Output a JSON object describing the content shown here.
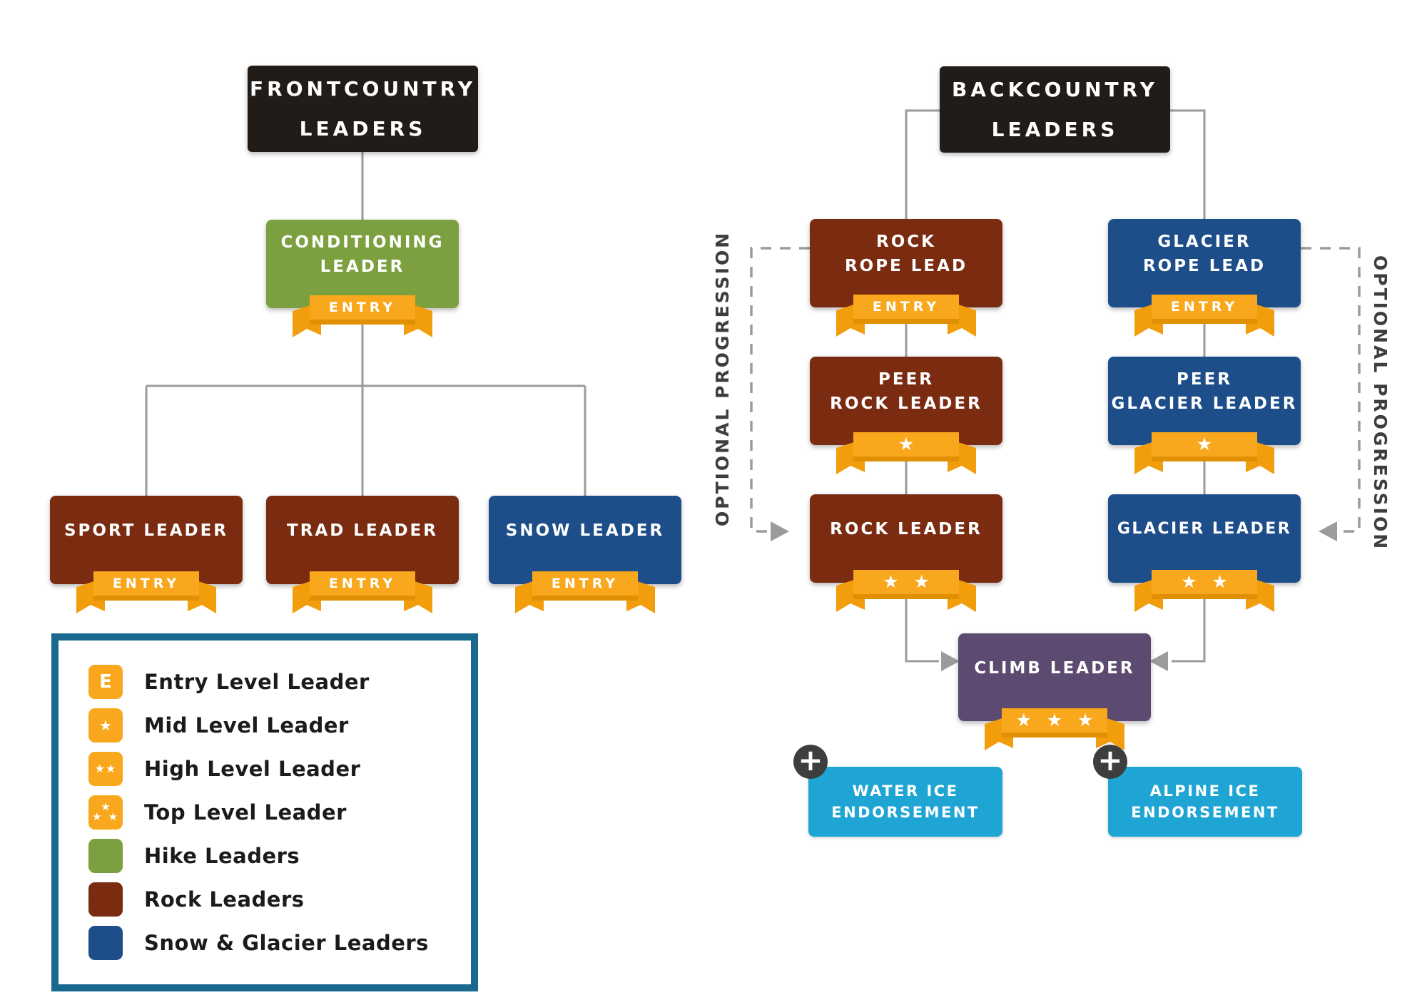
{
  "frontcountry": {
    "header_lines": [
      "FRONTCOUNTRY",
      "LEADERS"
    ],
    "nodes": {
      "conditioning": {
        "lines": [
          "CONDITIONING",
          "LEADER"
        ],
        "badge": "ENTRY"
      },
      "sport": {
        "label": "SPORT LEADER",
        "badge": "ENTRY"
      },
      "trad": {
        "label": "TRAD LEADER",
        "badge": "ENTRY"
      },
      "snow": {
        "label": "SNOW LEADER",
        "badge": "ENTRY"
      }
    }
  },
  "backcountry": {
    "header_lines": [
      "BACKCOUNTRY",
      "LEADERS"
    ],
    "optional_label_left": "OPTIONAL PROGRESSION",
    "optional_label_right": "OPTIONAL PROGRESSION",
    "nodes": {
      "rock_rope_lead": {
        "lines": [
          "ROCK",
          "ROPE LEAD"
        ],
        "badge": "ENTRY"
      },
      "glacier_rope_lead": {
        "lines": [
          "GLACIER",
          "ROPE LEAD"
        ],
        "badge": "ENTRY"
      },
      "peer_rock_leader": {
        "lines": [
          "PEER",
          "ROCK LEADER"
        ],
        "stars": "★"
      },
      "peer_glacier_leader": {
        "lines": [
          "PEER",
          "GLACIER LEADER"
        ],
        "stars": "★"
      },
      "rock_leader": {
        "label": "ROCK LEADER",
        "stars": "★ ★"
      },
      "glacier_leader": {
        "label": "GLACIER LEADER",
        "stars": "★ ★"
      },
      "climb_leader": {
        "label": "CLIMB LEADER",
        "stars": "★ ★ ★"
      },
      "water_ice": {
        "lines": [
          "WATER ICE",
          "ENDORSEMENT"
        ],
        "plus": "+"
      },
      "alpine_ice": {
        "lines": [
          "ALPINE ICE",
          "ENDORSEMENT"
        ],
        "plus": "+"
      }
    }
  },
  "legend": {
    "items": [
      {
        "label": "Entry Level Leader",
        "icon": "E"
      },
      {
        "label": "Mid Level Leader",
        "icon": "★"
      },
      {
        "label": "High Level Leader",
        "icon": "★★"
      },
      {
        "label": "Top Level Leader",
        "icon_top": "★",
        "icon_bottom": "★ ★"
      },
      {
        "label": "Hike Leaders"
      },
      {
        "label": "Rock Leaders"
      },
      {
        "label": "Snow & Glacier Leaders"
      }
    ]
  },
  "colors": {
    "gold": "#F9A81D",
    "gold_fold": "#E18F03",
    "gold_flap": "#F29D0C",
    "hike_green": "#7CA03F",
    "rock_maroon": "#7A2B10",
    "snow_glacier_blue": "#1D4E8A",
    "climb_purple": "#5C4A71",
    "endorsement_cyan": "#1EA5D3",
    "header_black": "#211C18",
    "connector_gray": "#9B9B9B",
    "legend_border": "#19688F",
    "optional_text_gray": "#3E3E3E"
  }
}
